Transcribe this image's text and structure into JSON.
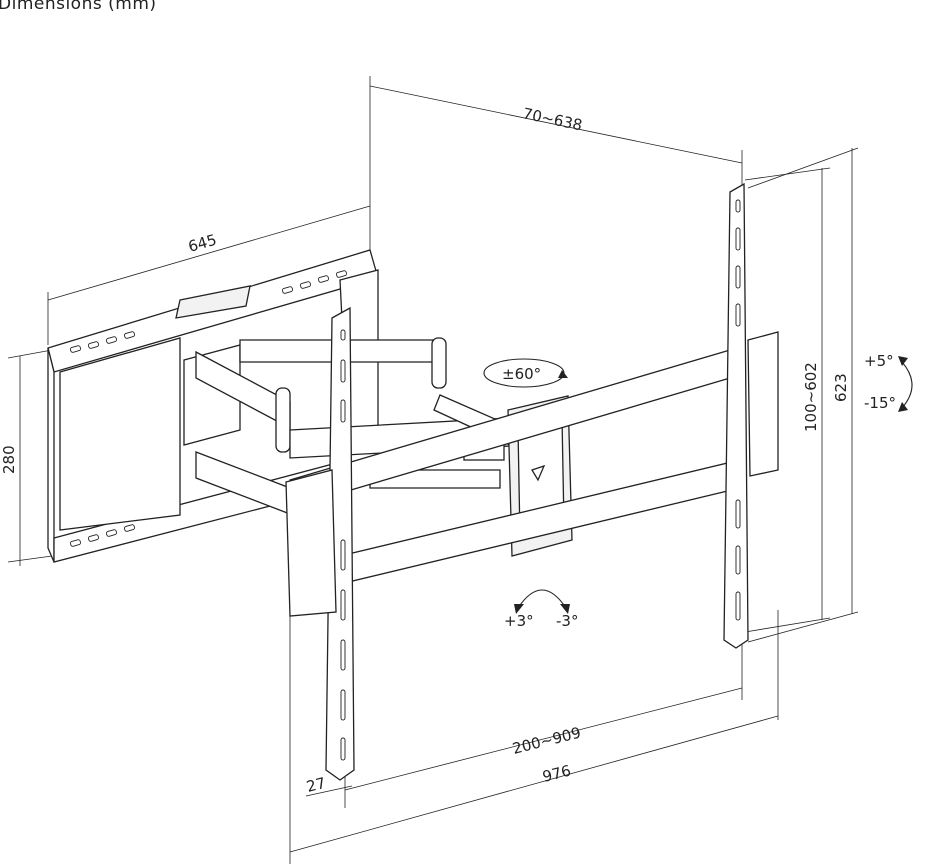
{
  "title": "Dimensions (mm)",
  "dimensions": {
    "arm_extension": "70~638",
    "wall_plate_width": "645",
    "wall_plate_height": "280",
    "vesa_vertical": "100~602",
    "overall_height": "623",
    "vesa_horizontal": "200~909",
    "overall_width": "976",
    "profile_depth": "27"
  },
  "adjustments": {
    "swivel": "±60°",
    "tilt_up": "+5°",
    "tilt_down": "-15°",
    "level_plus": "+3°",
    "level_minus": "-3°"
  },
  "colors": {
    "line": "#222222",
    "background": "#ffffff"
  }
}
